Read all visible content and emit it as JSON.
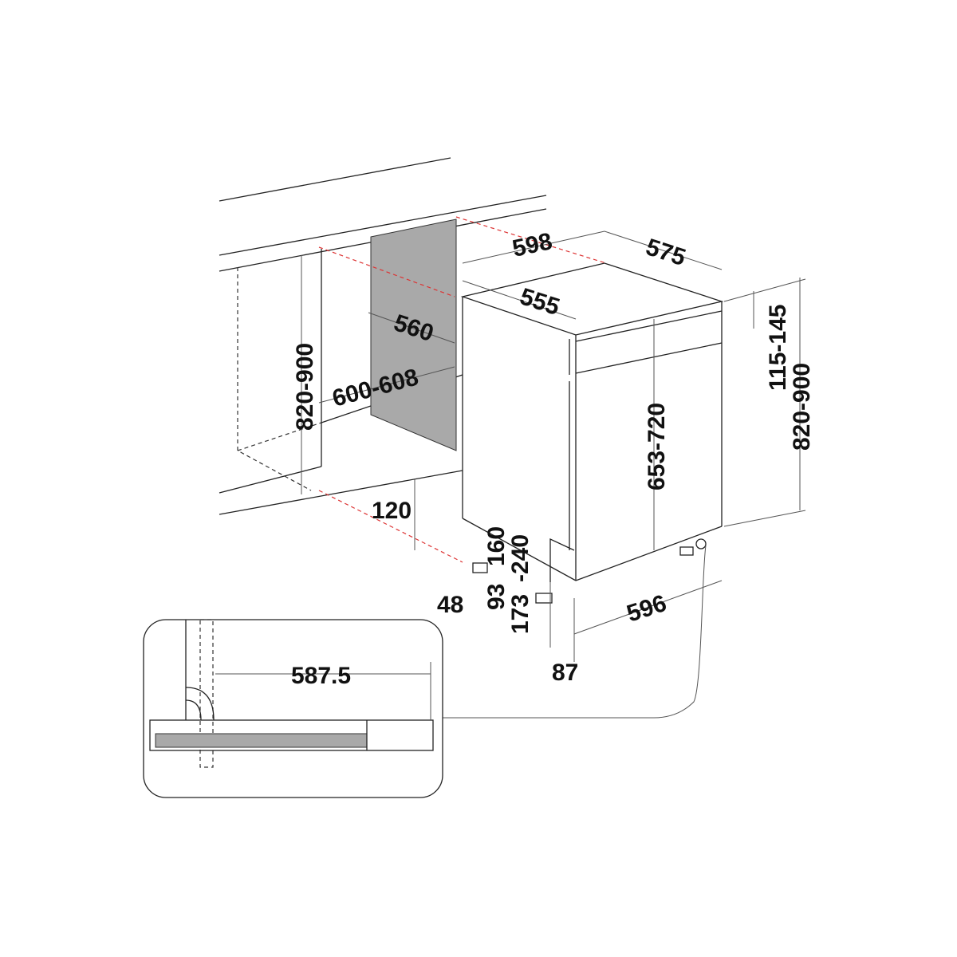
{
  "dimensions": {
    "width_top": "598",
    "depth_top": "575",
    "inner_width": "555",
    "niche_depth": "560",
    "niche_width": "600-608",
    "niche_height": "820-900",
    "panel_height": "115-145",
    "total_height": "820-900",
    "door_height": "653-720",
    "plinth_120": "120",
    "plinth_160": "160",
    "plinth_240": "-240",
    "foot_93": "93",
    "foot_173": "173",
    "offset_48": "48",
    "offset_87": "87",
    "width_bottom": "596",
    "detail_587": "587.5"
  }
}
